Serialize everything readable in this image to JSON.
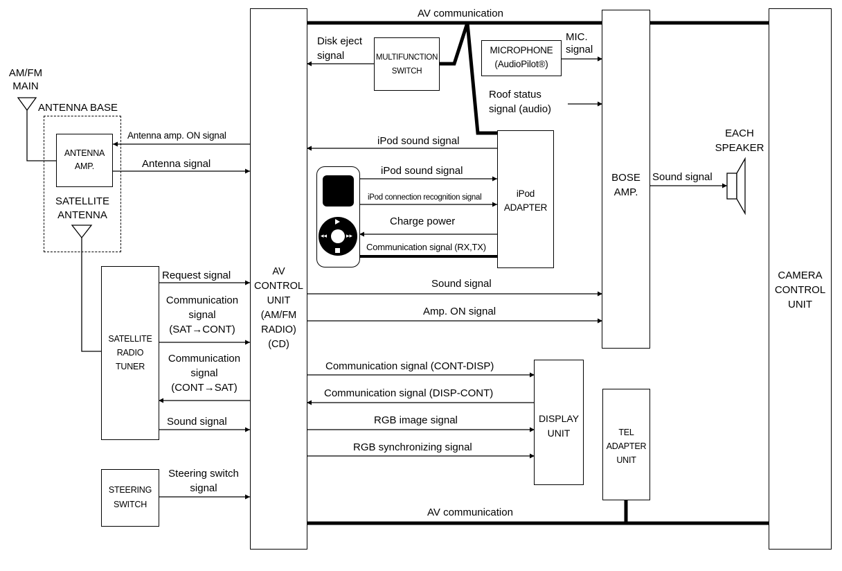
{
  "blocks": {
    "av_control_unit": "AV\nCONTROL\nUNIT\n(AM/FM\nRADIO)\n(CD)",
    "bose_amp": "BOSE\nAMP.",
    "camera_control_unit": "CAMERA\nCONTROL\nUNIT",
    "antenna_amp": "ANTENNA\nAMP.",
    "satellite_radio_tuner": "SATELLITE\nRADIO\nTUNER",
    "steering_switch": "STEERING\nSWITCH",
    "multifunction_switch": "MULTIFUNCTION\nSWITCH",
    "microphone": "MICROPHONE\n(AudioPilot®)",
    "ipod_adapter": "iPod\nADAPTER",
    "display_unit": "DISPLAY\nUNIT",
    "tel_adapter_unit": "TEL\nADAPTER\nUNIT"
  },
  "labels": {
    "am_fm_main": "AM/FM\nMAIN",
    "antenna_base": "ANTENNA BASE",
    "satellite_antenna": "SATELLITE\nANTENNA",
    "each_speaker": "EACH\nSPEAKER"
  },
  "signals": {
    "av_comm_top": "AV communication",
    "av_comm_bottom": "AV communication",
    "disk_eject": "Disk eject\nsignal",
    "mic_signal": "MIC.\nsignal",
    "roof_status": "Roof status\nsignal (audio)",
    "antenna_amp_on": "Antenna amp. ON signal",
    "antenna_signal": "Antenna signal",
    "ipod_sound_1": "iPod sound signal",
    "ipod_sound_2": "iPod sound signal",
    "ipod_connection": "iPod connection recognition signal",
    "charge_power": "Charge power",
    "comm_rx_tx": "Communication signal (RX,TX)",
    "request_signal": "Request signal",
    "comm_sat_cont": "Communication\nsignal\n(SAT→CONT)",
    "comm_cont_sat": "Communication\nsignal\n(CONT→SAT)",
    "sound_signal_sat": "Sound signal",
    "steering_signal": "Steering switch\nsignal",
    "sound_signal_bose": "Sound signal",
    "amp_on_signal": "Amp. ON signal",
    "speaker_sound": "Sound signal",
    "comm_cont_disp": "Communication signal (CONT-DISP)",
    "comm_disp_cont": "Communication signal (DISP-CONT)",
    "rgb_image": "RGB image signal",
    "rgb_sync": "RGB synchronizing signal"
  }
}
